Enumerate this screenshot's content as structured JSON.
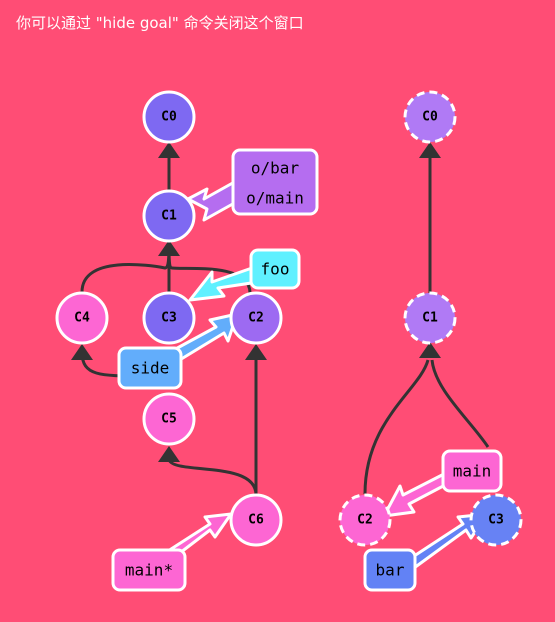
{
  "hint": "你可以通过 \"hide goal\" 命令关闭这个窗口",
  "current": {
    "commits": {
      "c0": "C0",
      "c1": "C1",
      "c2": "C2",
      "c3": "C3",
      "c4": "C4",
      "c5": "C5",
      "c6": "C6"
    },
    "branches": {
      "obar": "o/bar",
      "omain": "o/main",
      "foo": "foo",
      "side": "side",
      "main": "main*"
    }
  },
  "goal": {
    "commits": {
      "c0": "C0",
      "c1": "C1",
      "c2": "C2",
      "c3": "C3"
    },
    "branches": {
      "main": "main",
      "bar": "bar"
    }
  },
  "colors": {
    "background": "#ff4d75",
    "commit_purple": "#7e69f2",
    "commit_violet": "#b07af5",
    "commit_pink": "#fd66d3",
    "commit_blue": "#6782f4",
    "ref_purple": "#b56df0",
    "ref_cyan": "#5ff0ff",
    "ref_blue": "#62adfb",
    "ref_pink": "#fd66d3",
    "ref_darkblue": "#6282f5",
    "line": "#333333"
  }
}
